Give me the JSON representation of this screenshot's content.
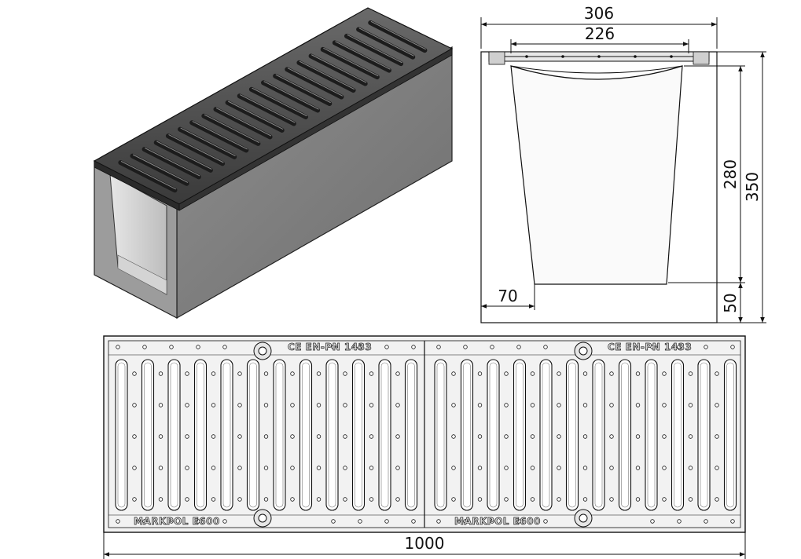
{
  "dimensions": {
    "total_width": "306",
    "inner_width": "226",
    "grate_height": "280",
    "total_height": "350",
    "side_wall": "70",
    "base_height": "50",
    "length": "1000"
  },
  "grate_markings": {
    "left_top": "CE  EN-PN 1433",
    "right_top": "CE  EN-PN 1433",
    "left_bottom": "MARKPOL   E600",
    "right_bottom": "MARKPOL   E600"
  },
  "colors": {
    "concrete_front": "#9a9a9a",
    "concrete_side": "#7a7a7a",
    "iron_dark": "#3c3c3c",
    "line": "#111111"
  }
}
